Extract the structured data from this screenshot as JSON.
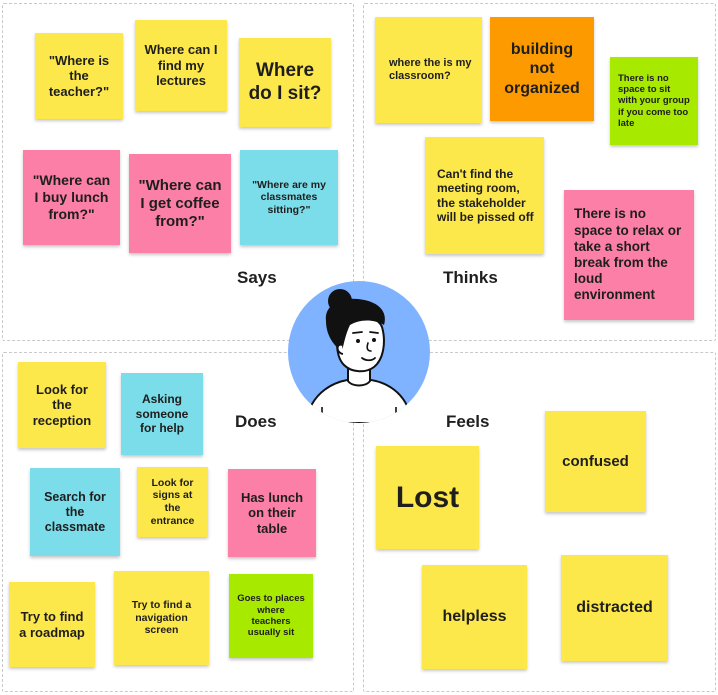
{
  "quadrants": {
    "says": "Says",
    "thinks": "Thinks",
    "does": "Does",
    "feels": "Feels"
  },
  "notes": {
    "says": [
      "\"Where is the teacher?\"",
      "Where can I find my lectures",
      "Where do I sit?",
      "\"Where can I buy lunch from?\"",
      "\"Where can I get coffee from?\"",
      "\"Where are my classmates sitting?\""
    ],
    "thinks": [
      "where the is my classroom?",
      "building not organized",
      "There is no space to sit with your group if you come too late",
      "Can't find the meeting room, the stakeholder will be pissed off",
      "There is no space to relax or take a short break from the loud environment"
    ],
    "does": [
      "Look for the reception",
      "Asking someone for help",
      "Search for the classmate",
      "Look for signs at the entrance",
      "Has lunch on their table",
      "Try to find a roadmap",
      "Try to find a navigation screen",
      "Goes to places where teachers usually sit"
    ],
    "feels": [
      "Lost",
      "confused",
      "helpless",
      "distracted"
    ]
  },
  "colors": {
    "yellow": "#fde84b",
    "orange": "#fd9a00",
    "pink": "#fb7fa6",
    "cyan": "#7adde9",
    "green": "#a8e900",
    "avatar_bg": "#7fb2ff"
  },
  "icons": {
    "avatar": "person-avatar-icon"
  }
}
